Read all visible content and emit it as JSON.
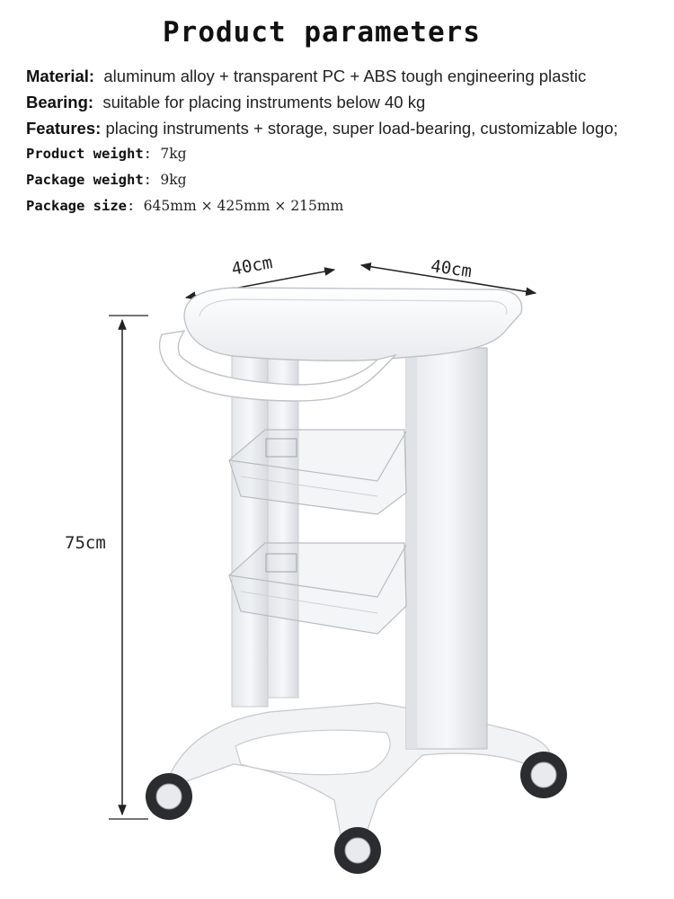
{
  "title": "Product parameters",
  "params": [
    {
      "key": "Material",
      "sep": ":",
      "value": "aluminum alloy + transparent PC + ABS tough engineering plastic"
    },
    {
      "key": "Bearing",
      "sep": ":",
      "value": "suitable for placing instruments below 40 kg"
    },
    {
      "key": "Features",
      "sep": ":",
      "value": "placing instruments + storage, super load-bearing, customizable logo;"
    },
    {
      "key": "Product weight",
      "sep": ":",
      "value": "7kg"
    },
    {
      "key": "Package weight",
      "sep": ":",
      "value": "9kg"
    },
    {
      "key": "Package size",
      "sep": ":",
      "value": "645mm × 425mm × 215mm"
    }
  ],
  "dimensions": {
    "width": "40cm",
    "depth": "40cm",
    "height": "75cm"
  }
}
